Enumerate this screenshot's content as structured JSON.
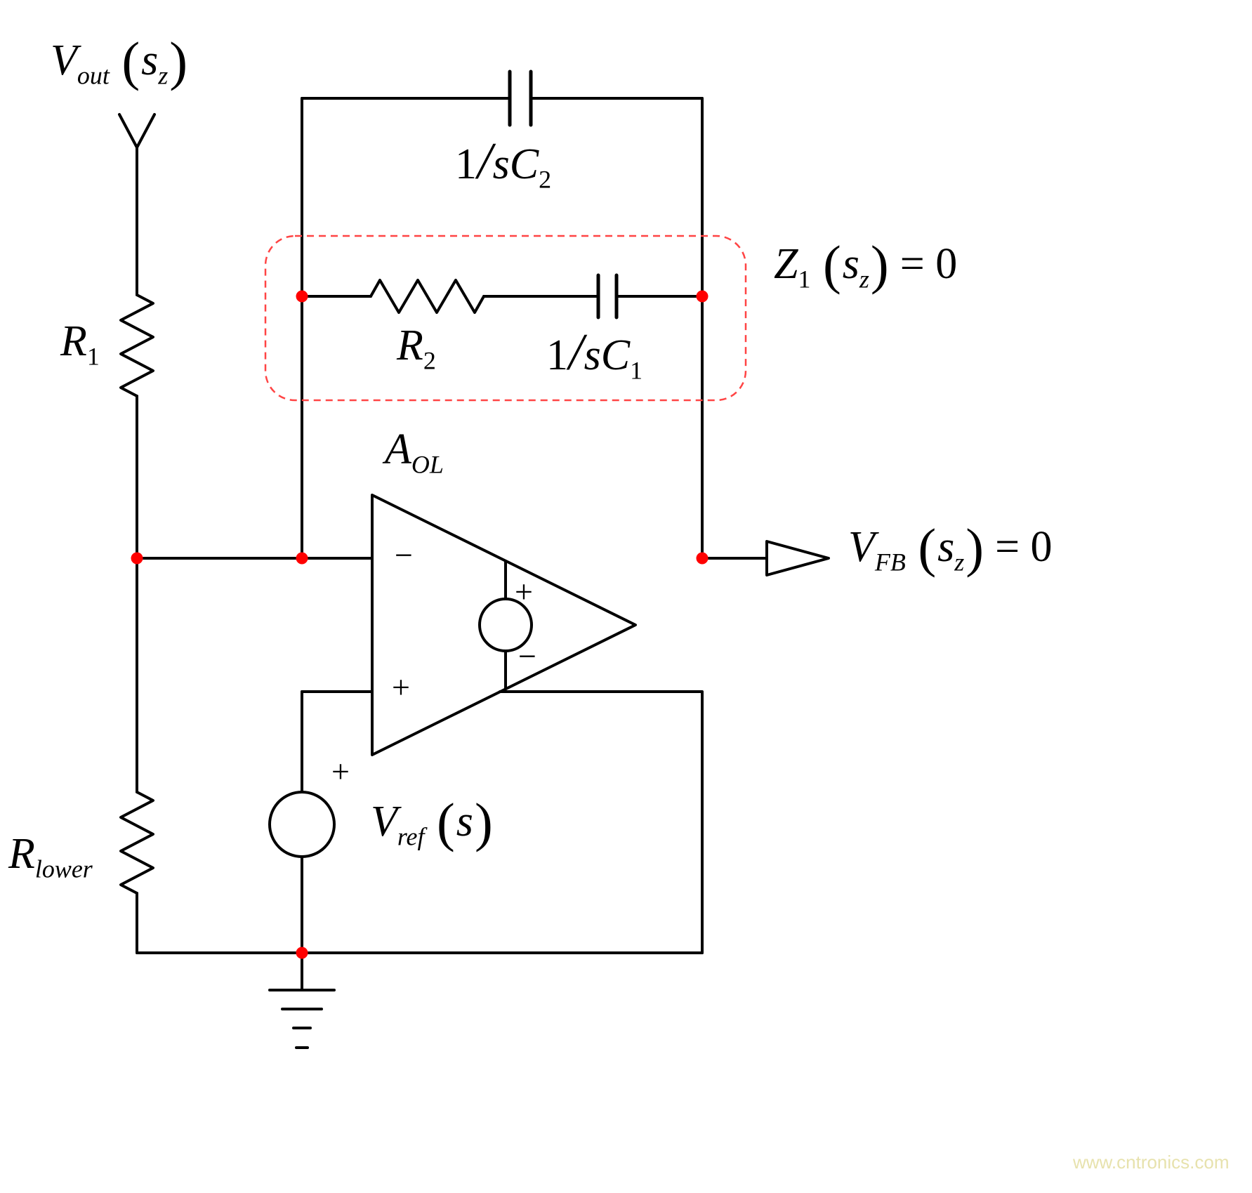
{
  "colors": {
    "background": "#ffffff",
    "wire": "#000000",
    "node_dot": "#ff0000",
    "highlight_box": "#ff4444",
    "watermark": "#e7e2ad"
  },
  "labels": {
    "vout": {
      "base": "V",
      "sub": "out",
      "open": "(",
      "arg": "s",
      "argsub": "z",
      "close": ")"
    },
    "r1": {
      "base": "R",
      "sub": "1"
    },
    "rlower": {
      "base": "R",
      "sub": "lower"
    },
    "c2": {
      "num": "1",
      "slash": "/",
      "base": "sC",
      "sub": "2"
    },
    "r2": {
      "base": "R",
      "sub": "2"
    },
    "c1": {
      "num": "1",
      "slash": "/",
      "base": "sC",
      "sub": "1"
    },
    "z1": {
      "base": "Z",
      "sub": "1",
      "open": "(",
      "arg": "s",
      "argsub": "z",
      "close": ")",
      "eq": "= 0"
    },
    "aol": {
      "base": "A",
      "sub": "OL"
    },
    "vfb": {
      "base": "V",
      "sub": "FB",
      "open": "(",
      "arg": "s",
      "argsub": "z",
      "close": ")",
      "eq": "= 0"
    },
    "vref": {
      "base": "V",
      "sub": "ref",
      "open": "(",
      "arg": "s",
      "close": ")"
    }
  },
  "opamp": {
    "inverting_input_sign": "−",
    "noninverting_input_sign": "+",
    "source_plus_sign": "+",
    "source_minus_sign": "−"
  },
  "vref_source": {
    "plus_sign": "+"
  },
  "watermark": {
    "text": "www.cntronics.com"
  }
}
